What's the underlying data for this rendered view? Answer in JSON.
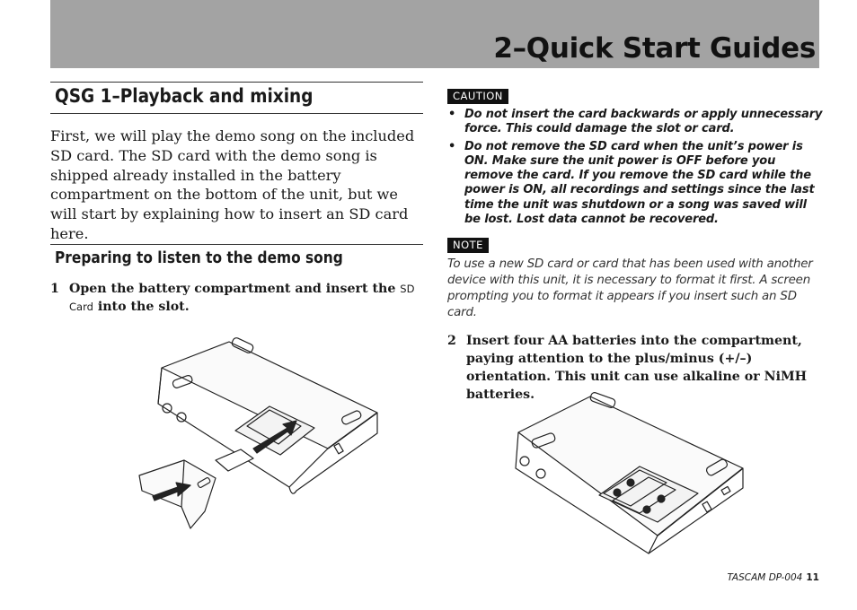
{
  "header": {
    "chapter_title": "2–Quick Start Guides"
  },
  "section": {
    "title": "QSG 1–Playback and mixing"
  },
  "intro": "First, we will play the demo song on the included SD card. The SD card with the demo song is shipped already installed in the battery compartment on the bottom of the unit, but we will start by explaining how to insert an SD card here.",
  "subsection": {
    "title": "Preparing to listen to the demo song"
  },
  "step1": {
    "number": "1",
    "text_before": "Open the battery compartment and insert the ",
    "smallcaps": "SD Card",
    "text_after": " into the slot."
  },
  "caution": {
    "label": "CAUTION",
    "items": [
      "Do not insert the card backwards or apply unnecessary force. This could damage the slot or card.",
      "Do not remove the SD card when the unit’s power is ON. Make sure the unit power is OFF before you remove the card. If you remove the SD card while the power is ON, all recordings and settings since the last time the unit was shutdown or a song was saved will be lost. Lost data cannot be recovered."
    ]
  },
  "note": {
    "label": "NOTE",
    "text": "To use a new SD card or card that has been used with another device with this unit, it is necessary to format it first. A screen prompting you to format it appears if you insert such an SD card."
  },
  "step2": {
    "number": "2",
    "text": "Insert four AA batteries into the compartment, paying attention to the plus/minus (+/–) orientation. This unit can use alkaline or NiMH batteries."
  },
  "footer": {
    "brand_model": "TASCAM  DP-004",
    "page_number": "11"
  }
}
